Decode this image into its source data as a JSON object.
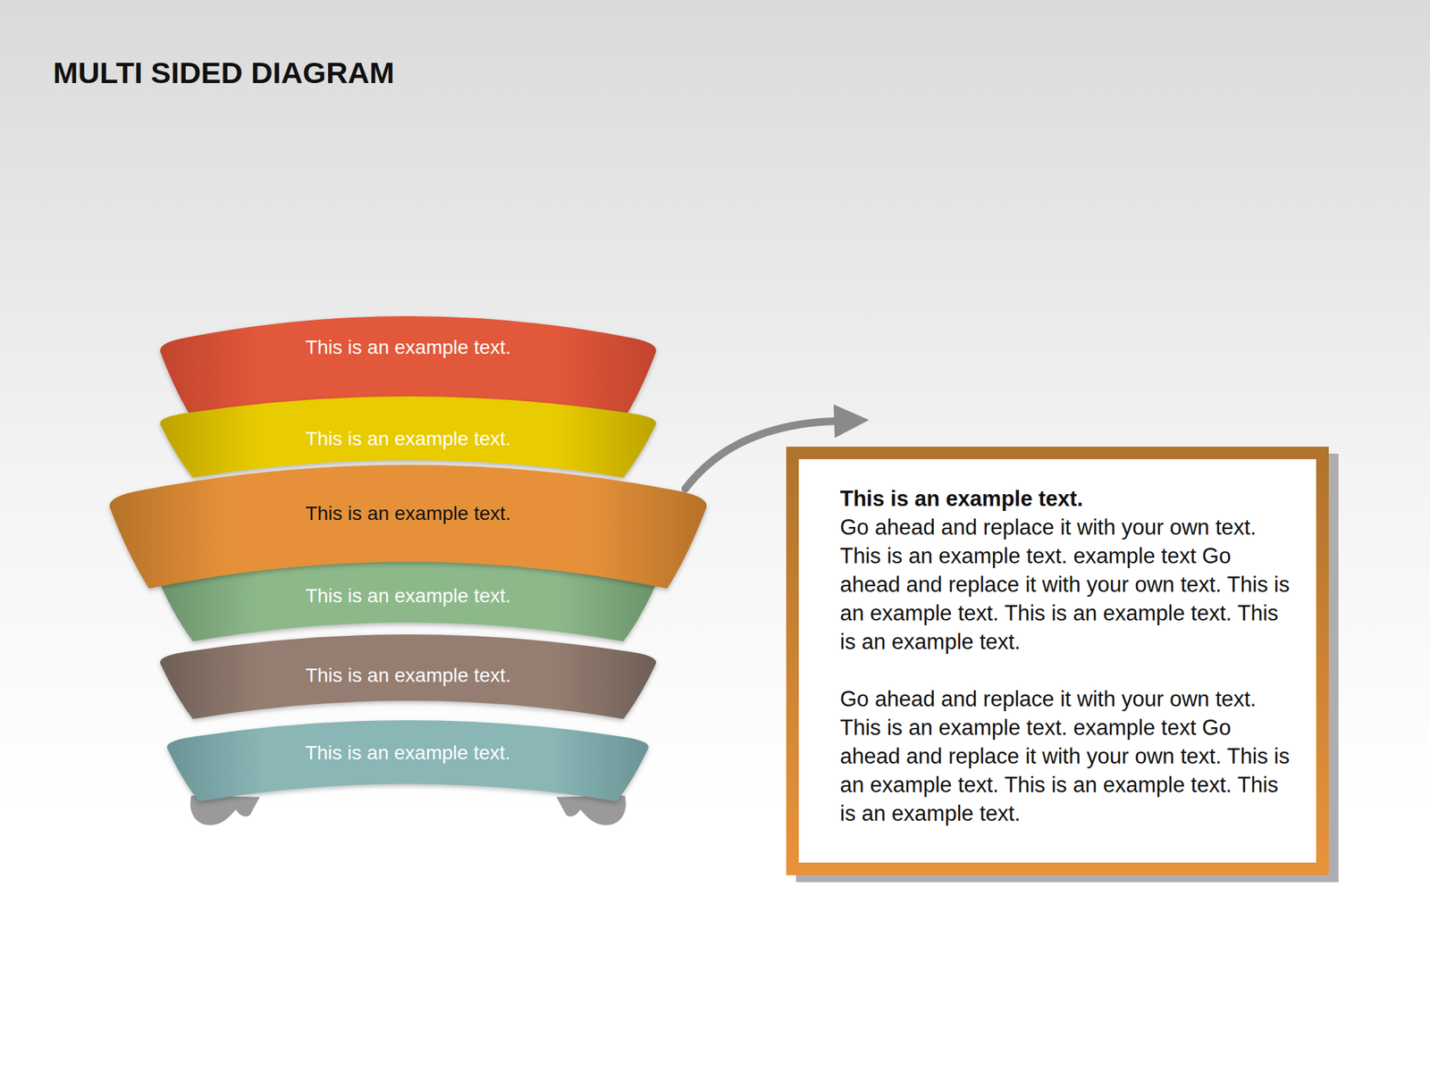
{
  "diagram": {
    "title": "MULTI SIDED DIAGRAM",
    "nodes": [
      {
        "text": [
          "This is an example text."
        ]
      },
      {
        "text": [
          "This is an example text."
        ]
      },
      {
        "text": [
          "This is an example text."
        ]
      },
      {
        "text": [
          "This is an example text."
        ]
      },
      {
        "text": [
          "This is an example text."
        ]
      },
      {
        "text": [
          "This is an example text."
        ]
      },
      {
        "text": [
          "This is an example text.",
          "Go ahead and replace it with your own text. This is an example text. example text Go ahead and replace it with your own text. This is an example text. This is an example text. This is an example text.",
          "Go ahead and replace it with your own text. This is an example text. example text Go ahead and replace it with your own text. This is an example text. This is an example text. This is an example text."
        ]
      }
    ],
    "edges": [
      {
        "from": 2,
        "to": 6,
        "arrow": "to"
      }
    ]
  }
}
